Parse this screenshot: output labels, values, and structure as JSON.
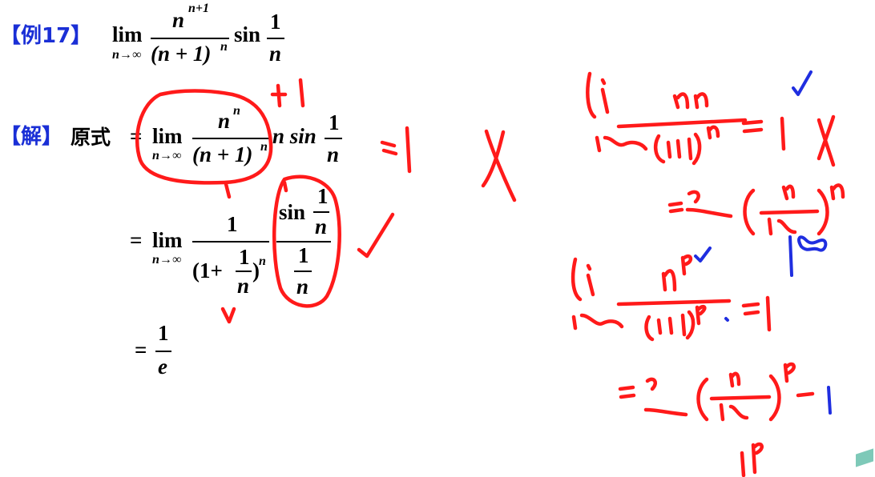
{
  "header": {
    "example_tag": "【例17】",
    "solution_tag": "【解】",
    "solution_label": "原式"
  },
  "problem": {
    "lim": "lim",
    "lim_sub": "n→∞",
    "num_base": "n",
    "num_exp": "n+1",
    "den_base": "(n + 1)",
    "den_exp": "n",
    "sin": "sin",
    "sin_num": "1",
    "sin_den": "n"
  },
  "step1": {
    "eq": "=",
    "lim": "lim",
    "lim_sub": "n→∞",
    "num_base": "n",
    "num_exp": "n",
    "den_base": "(n + 1)",
    "den_exp": "n",
    "tail": "n sin",
    "sin_num": "1",
    "sin_den": "n"
  },
  "step2": {
    "eq": "=",
    "lim": "lim",
    "lim_sub": "n→∞",
    "num": "1",
    "den_open": "(1+",
    "den_frac_num": "1",
    "den_frac_den": "n",
    "den_close": ")",
    "den_exp": "n",
    "sin": "sin",
    "sin_num": "1",
    "sin_den": "n",
    "inner_num": "1",
    "inner_den": "n"
  },
  "step3": {
    "eq": "=",
    "num": "1",
    "den": "e"
  },
  "ink": {
    "red_color": "#ff1a1a",
    "blue_color": "#1f2ee0",
    "note_marks": "handwritten annotations"
  }
}
